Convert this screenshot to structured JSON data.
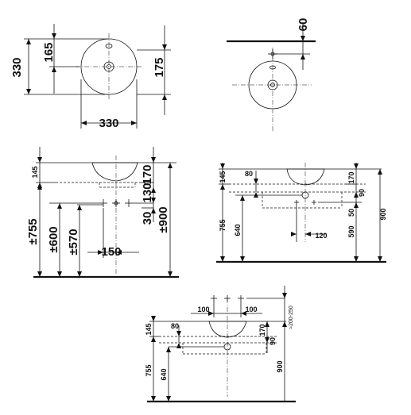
{
  "labels": {
    "top_left": {
      "h330": "330",
      "h165": "165",
      "h175": "175",
      "w330": "330"
    },
    "top_right": {
      "d60": "60"
    },
    "mid_left": {
      "d145": "145",
      "d170": "170",
      "d130": "130",
      "d30": "30",
      "d755": "±755",
      "d600": "±600",
      "d570": "±570",
      "d150": "150",
      "d900": "±900"
    },
    "mid_right": {
      "d145": "145",
      "d80": "80",
      "d170": "170",
      "d90": "90",
      "d50": "50",
      "d755": "755",
      "d640": "640",
      "d120": "120",
      "d590": "590",
      "d900": "900"
    },
    "bottom": {
      "d100a": "100",
      "d100b": "100",
      "d200_250": "≈200-250",
      "d145": "145",
      "d80": "80",
      "d170": "170",
      "d90": "90",
      "d755": "755",
      "d640": "640",
      "d900": "900"
    }
  }
}
